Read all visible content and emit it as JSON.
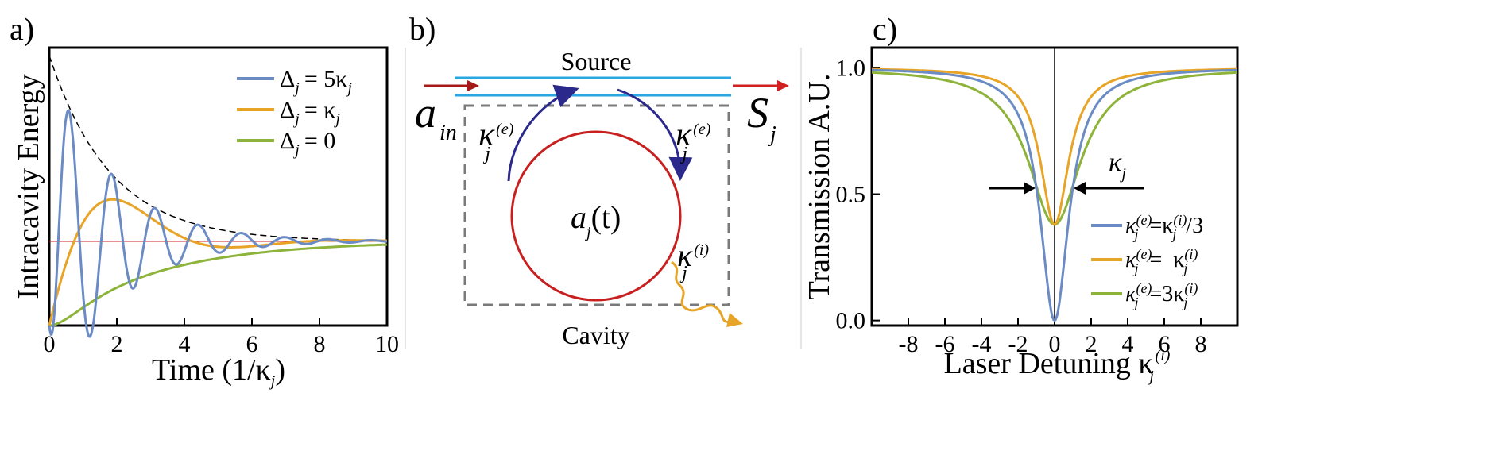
{
  "panels": {
    "a_label": "a)",
    "b_label": "b)",
    "c_label": "c)"
  },
  "colors": {
    "blue": "#6b8bc4",
    "orange": "#e8a427",
    "green": "#8db33a",
    "red": "#d21f1f",
    "dark_red": "#a51919",
    "navy": "#2b2a8c",
    "cyan": "#29a7e0",
    "gray_dash": "#7a7a7a"
  },
  "chart_a": {
    "ylabel": "Intracavity Energy",
    "xlabel_main": "Time (1/κ",
    "xlabel_sub": "j",
    "xlabel_close": ")",
    "xticks": [
      "0",
      "2",
      "4",
      "6",
      "8",
      "10"
    ],
    "legend": [
      {
        "lhs": "Δ",
        "sub": "j",
        "rhs": "= 5κ",
        "rhs_sub": "j"
      },
      {
        "lhs": "Δ",
        "sub": "j",
        "rhs": "= κ",
        "rhs_sub": "j"
      },
      {
        "lhs": "Δ",
        "sub": "j",
        "rhs": "= 0",
        "rhs_sub": ""
      }
    ]
  },
  "diagram_b": {
    "source_label": "Source",
    "cavity_label": "Cavity",
    "a_in": "a",
    "a_in_sub": "in",
    "s_out": "S",
    "s_out_sub": "j",
    "kappa_e_left": "κ",
    "kappa_e_left_sub": "j",
    "kappa_e_left_sup": "(e)",
    "kappa_e_right": "κ",
    "kappa_e_right_sub": "j",
    "kappa_e_right_sup": "(e)",
    "kappa_i": "κ",
    "kappa_i_sub": "j",
    "kappa_i_sup": "(i)",
    "mode": "a",
    "mode_sub": "j",
    "mode_arg": "(t)"
  },
  "chart_c": {
    "ylabel": "Transmission A.U.",
    "xlabel_main": "Laser Detuning κ",
    "xlabel_sub": "j",
    "xlabel_sup": "(i)",
    "yticks": [
      "0.0",
      "0.5",
      "1.0"
    ],
    "xticks": [
      "-8",
      "-6",
      "-4",
      "-2",
      "0",
      "2",
      "4",
      "6",
      "8"
    ],
    "kappa_annot": "κ",
    "kappa_annot_sub": "j",
    "legend": [
      {
        "text": "κ",
        "sub": "j",
        "sup": "(e)",
        "eq": "=κ",
        "sub2": "j",
        "sup2": "(i)",
        "tail": "/3"
      },
      {
        "text": "κ",
        "sub": "j",
        "sup": "(e)",
        "eq": "=  κ",
        "sub2": "j",
        "sup2": "(i)",
        "tail": ""
      },
      {
        "text": "κ",
        "sub": "j",
        "sup": "(e)",
        "eq": "=3κ",
        "sub2": "j",
        "sup2": "(i)",
        "tail": ""
      }
    ]
  },
  "chart_data": [
    {
      "type": "line",
      "xlabel": "Time (1/κj)",
      "ylabel": "Intracavity Energy",
      "xlim": [
        0,
        10
      ],
      "ylim": [
        0,
        1
      ],
      "grid": false,
      "legend_position": "top-right",
      "series": [
        {
          "name": "Δj = 5κj",
          "x": [
            0,
            0.6,
            1.2,
            1.9,
            2.5,
            3.1,
            3.7,
            4.4,
            5.0,
            5.6,
            6.2,
            7.0,
            8.0,
            10.0
          ],
          "y": [
            0,
            0.77,
            0.07,
            0.57,
            0.15,
            0.43,
            0.19,
            0.35,
            0.21,
            0.3,
            0.22,
            0.27,
            0.24,
            0.25
          ]
        },
        {
          "name": "Δj = κj",
          "x": [
            0,
            1.0,
            2.0,
            2.5,
            3.0,
            4.0,
            5.0,
            6.0,
            8.0,
            10.0
          ],
          "y": [
            0,
            0.25,
            0.39,
            0.4,
            0.38,
            0.31,
            0.27,
            0.25,
            0.25,
            0.25
          ]
        },
        {
          "name": "Δj = 0",
          "x": [
            0,
            1.0,
            2.0,
            3.0,
            4.0,
            5.0,
            6.0,
            8.0,
            10.0
          ],
          "y": [
            0,
            0.06,
            0.13,
            0.18,
            0.21,
            0.23,
            0.24,
            0.25,
            0.25
          ]
        }
      ]
    },
    {
      "type": "line",
      "xlabel": "Laser Detuning κj(i)",
      "ylabel": "Transmission A.U.",
      "xlim": [
        -10,
        10
      ],
      "ylim": [
        -0.02,
        1.08
      ],
      "yticks": [
        0.0,
        0.5,
        1.0
      ],
      "xticks": [
        -8,
        -6,
        -4,
        -2,
        0,
        2,
        4,
        6,
        8
      ],
      "grid": false,
      "legend_position": "bottom-right",
      "series": [
        {
          "name": "κj(e)=κj(i)/3",
          "x": [
            -10,
            -4,
            -2,
            -1,
            -0.5,
            0,
            0.5,
            1,
            2,
            4,
            10
          ],
          "y": [
            0.99,
            0.94,
            0.8,
            0.5,
            0.2,
            0.0,
            0.2,
            0.5,
            0.8,
            0.94,
            0.99
          ]
        },
        {
          "name": "κj(e)= κj(i)",
          "x": [
            -10,
            -4,
            -2,
            -1,
            -0.5,
            0,
            0.5,
            1,
            2,
            4,
            10
          ],
          "y": [
            1.0,
            0.98,
            0.93,
            0.78,
            0.55,
            0.38,
            0.55,
            0.78,
            0.93,
            0.98,
            1.0
          ]
        },
        {
          "name": "κj(e)=3κj(i)",
          "x": [
            -10,
            -4,
            -2,
            -1,
            -0.5,
            0,
            0.5,
            1,
            2,
            4,
            10
          ],
          "y": [
            0.96,
            0.82,
            0.62,
            0.48,
            0.41,
            0.38,
            0.41,
            0.48,
            0.62,
            0.82,
            0.96
          ]
        }
      ]
    }
  ]
}
